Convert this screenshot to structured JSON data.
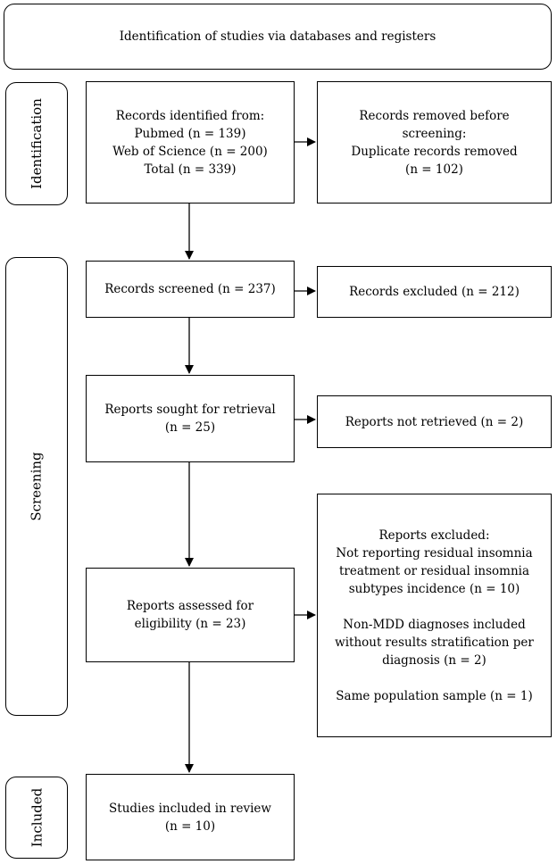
{
  "header": {
    "text": "Identification of studies via databases and registers"
  },
  "phases": {
    "identification": "Identification",
    "screening": "Screening",
    "included": "Included"
  },
  "records_identified": {
    "lines": [
      "Records identified from:",
      "Pubmed (n = 139)",
      "Web of Science (n = 200)",
      "Total (n = 339)"
    ]
  },
  "records_removed": {
    "lines": [
      "Records removed before",
      "screening:",
      "Duplicate records removed",
      "(n = 102)"
    ]
  },
  "records_screened": {
    "text": "Records screened (n = 237)"
  },
  "records_excluded": {
    "text": "Records excluded (n = 212)"
  },
  "reports_sought": {
    "lines": [
      "Reports sought for retrieval",
      "(n = 25)"
    ]
  },
  "reports_not_retrieved": {
    "text": "Reports not retrieved (n = 2)"
  },
  "reports_assessed": {
    "lines": [
      "Reports assessed for",
      "eligibility (n = 23)"
    ]
  },
  "reports_excluded": {
    "title": "Reports excluded:",
    "reason1": [
      "Not reporting residual insomnia",
      "treatment or residual insomnia",
      "subtypes incidence (n = 10)"
    ],
    "reason2": [
      "Non-MDD diagnoses included",
      "without results stratification per",
      "diagnosis (n = 2)"
    ],
    "reason3": [
      "Same population sample (n = 1)"
    ]
  },
  "studies_included": {
    "lines": [
      "Studies included in review",
      "(n = 10)"
    ]
  }
}
